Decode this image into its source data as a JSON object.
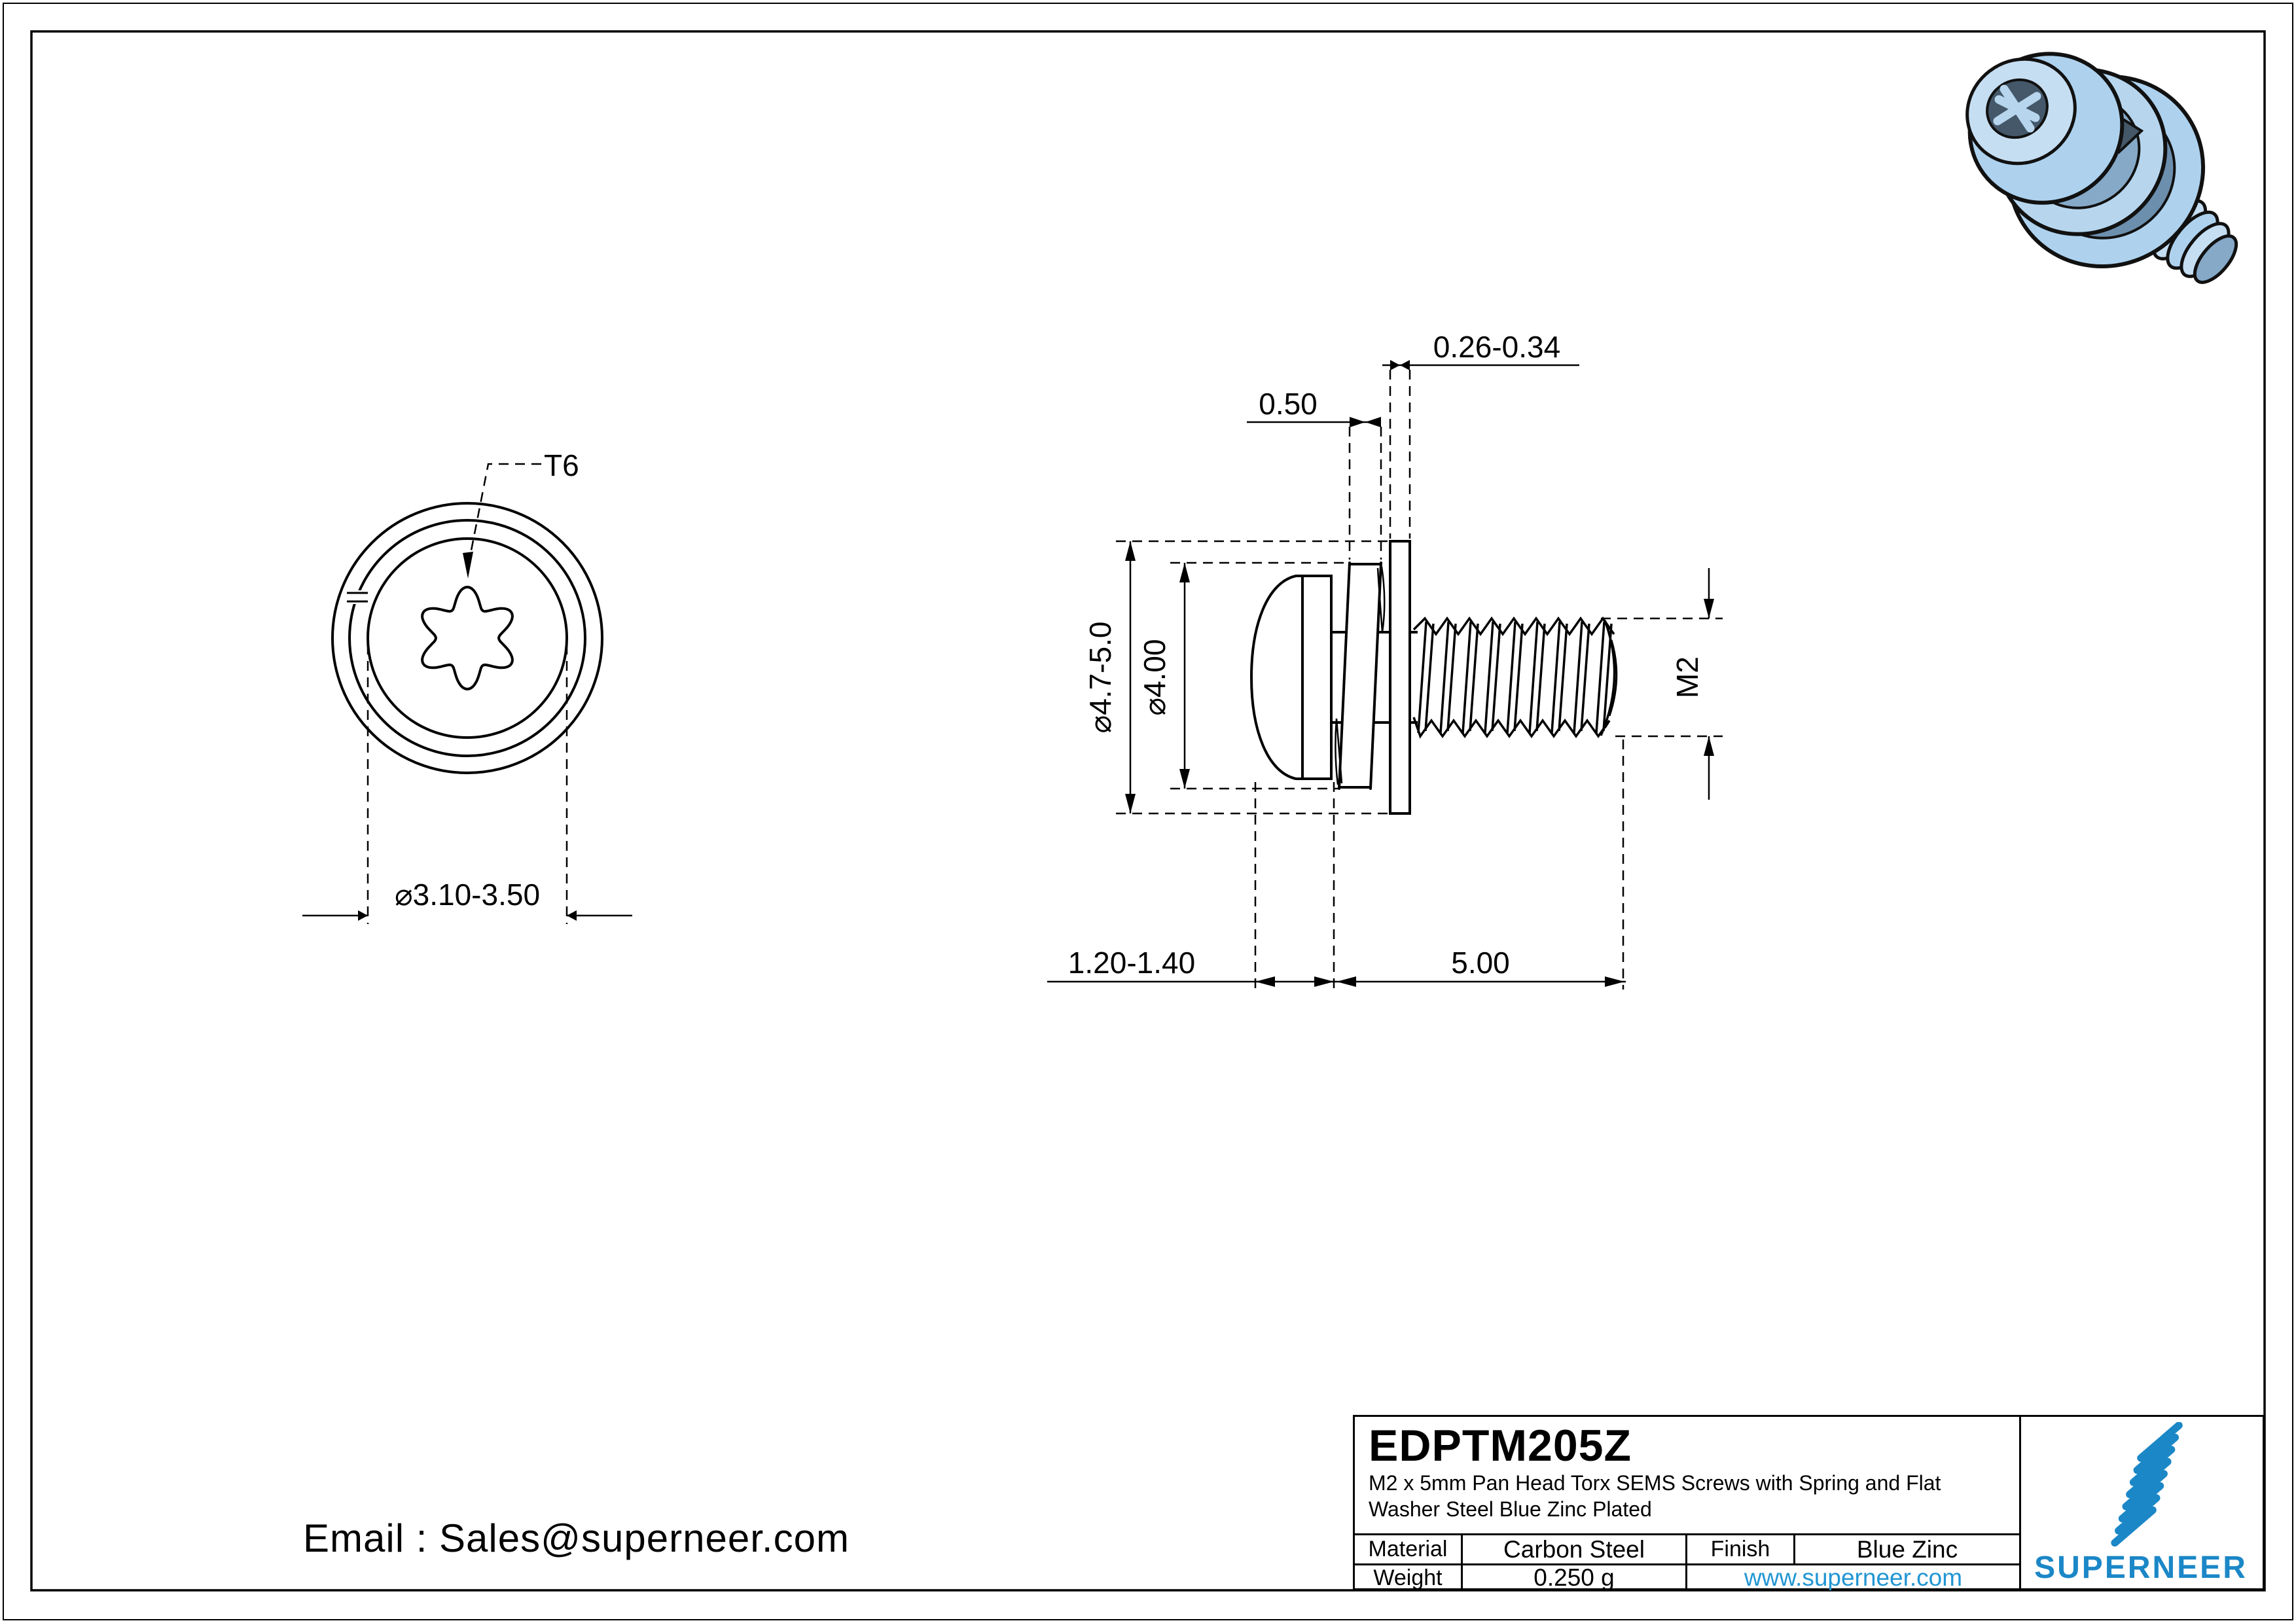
{
  "drawing": {
    "front_view": {
      "torx_callout": "T6",
      "head_diameter": "⌀3.10-3.50"
    },
    "side_view": {
      "flat_washer_thickness": "0.26-0.34",
      "spring_washer_thickness": "0.50",
      "flat_washer_od": "⌀4.7-5.0",
      "spring_washer_od": "⌀4.00",
      "thread_size": "M2",
      "head_height": "1.20-1.40",
      "thread_length": "5.00"
    }
  },
  "contact": {
    "email": "Email : Sales@superneer.com"
  },
  "title_block": {
    "part_number": "EDPTM205Z",
    "description_line1": "M2 x 5mm Pan Head Torx SEMS Screws with Spring and Flat",
    "description_line2": "Washer Steel Blue Zinc Plated",
    "material_label": "Material",
    "material_value": "Carbon Steel",
    "finish_label": "Finish",
    "finish_value": "Blue Zinc",
    "weight_label": "Weight",
    "weight_value": "0.250 g",
    "website": "www.superneer.com",
    "brand": "SUPERNEER"
  },
  "colors": {
    "line": "#000000",
    "brand_blue": "#1b87c7",
    "link_blue": "#2196d3",
    "screw_render_light": "#c6def2",
    "screw_render_mid": "#aed2ee",
    "screw_render_shade": "#86a9c8",
    "screw_render_dark": "#44586a"
  }
}
